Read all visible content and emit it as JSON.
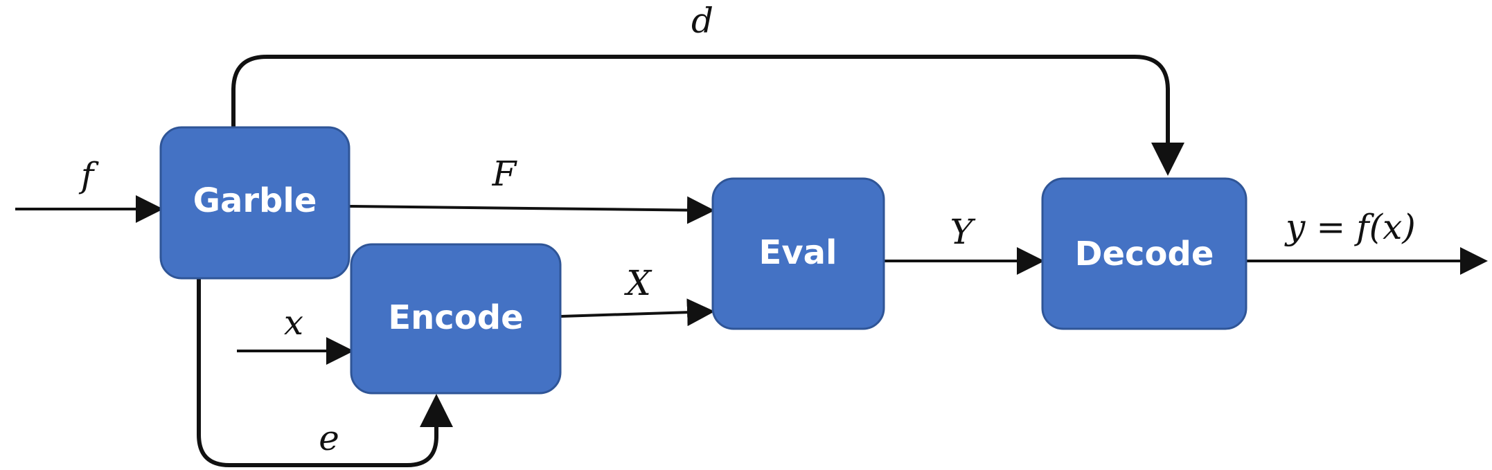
{
  "colors": {
    "box_fill": "#4472C4",
    "box_stroke": "#2F5597",
    "line": "#111111",
    "label_text": "#ffffff",
    "var_text": "#111111"
  },
  "boxes": {
    "garble": "Garble",
    "encode": "Encode",
    "eval": "Eval",
    "decode": "Decode"
  },
  "edges": {
    "f_in": "f",
    "F": "F",
    "x_in": "x",
    "X": "X",
    "Y": "Y",
    "output": "y = f(x)",
    "d": "d",
    "e": "e"
  }
}
